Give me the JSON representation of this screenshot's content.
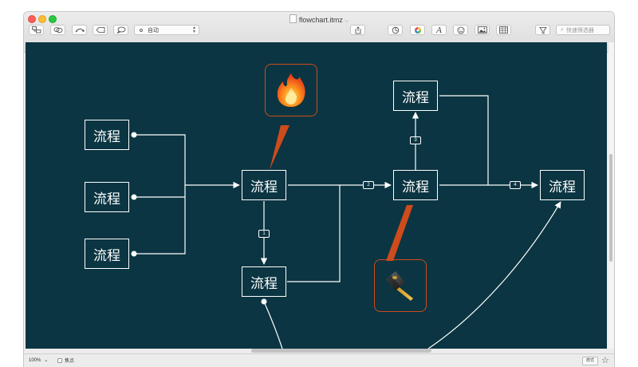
{
  "window": {
    "title": "flowchart.itmz"
  },
  "toolbar": {
    "style_select": "自动",
    "search_placeholder": "快速筛选器"
  },
  "canvas": {
    "background": "#0b3542",
    "callout_border": "#ce4b1c",
    "nodes": [
      {
        "id": "input1",
        "label": "流程"
      },
      {
        "id": "input2",
        "label": "流程"
      },
      {
        "id": "input3",
        "label": "流程"
      },
      {
        "id": "center",
        "label": "流程"
      },
      {
        "id": "below",
        "label": "流程"
      },
      {
        "id": "mid",
        "label": "流程"
      },
      {
        "id": "top",
        "label": "流程"
      },
      {
        "id": "end",
        "label": "流程"
      }
    ],
    "badges": [
      "1",
      "2",
      "3",
      "4"
    ],
    "callouts": [
      {
        "icon": "fire-icon"
      },
      {
        "icon": "hammer-icon"
      }
    ]
  },
  "statusbar": {
    "zoom": "100%",
    "focus_label": "焦点",
    "style_label": "样式"
  }
}
